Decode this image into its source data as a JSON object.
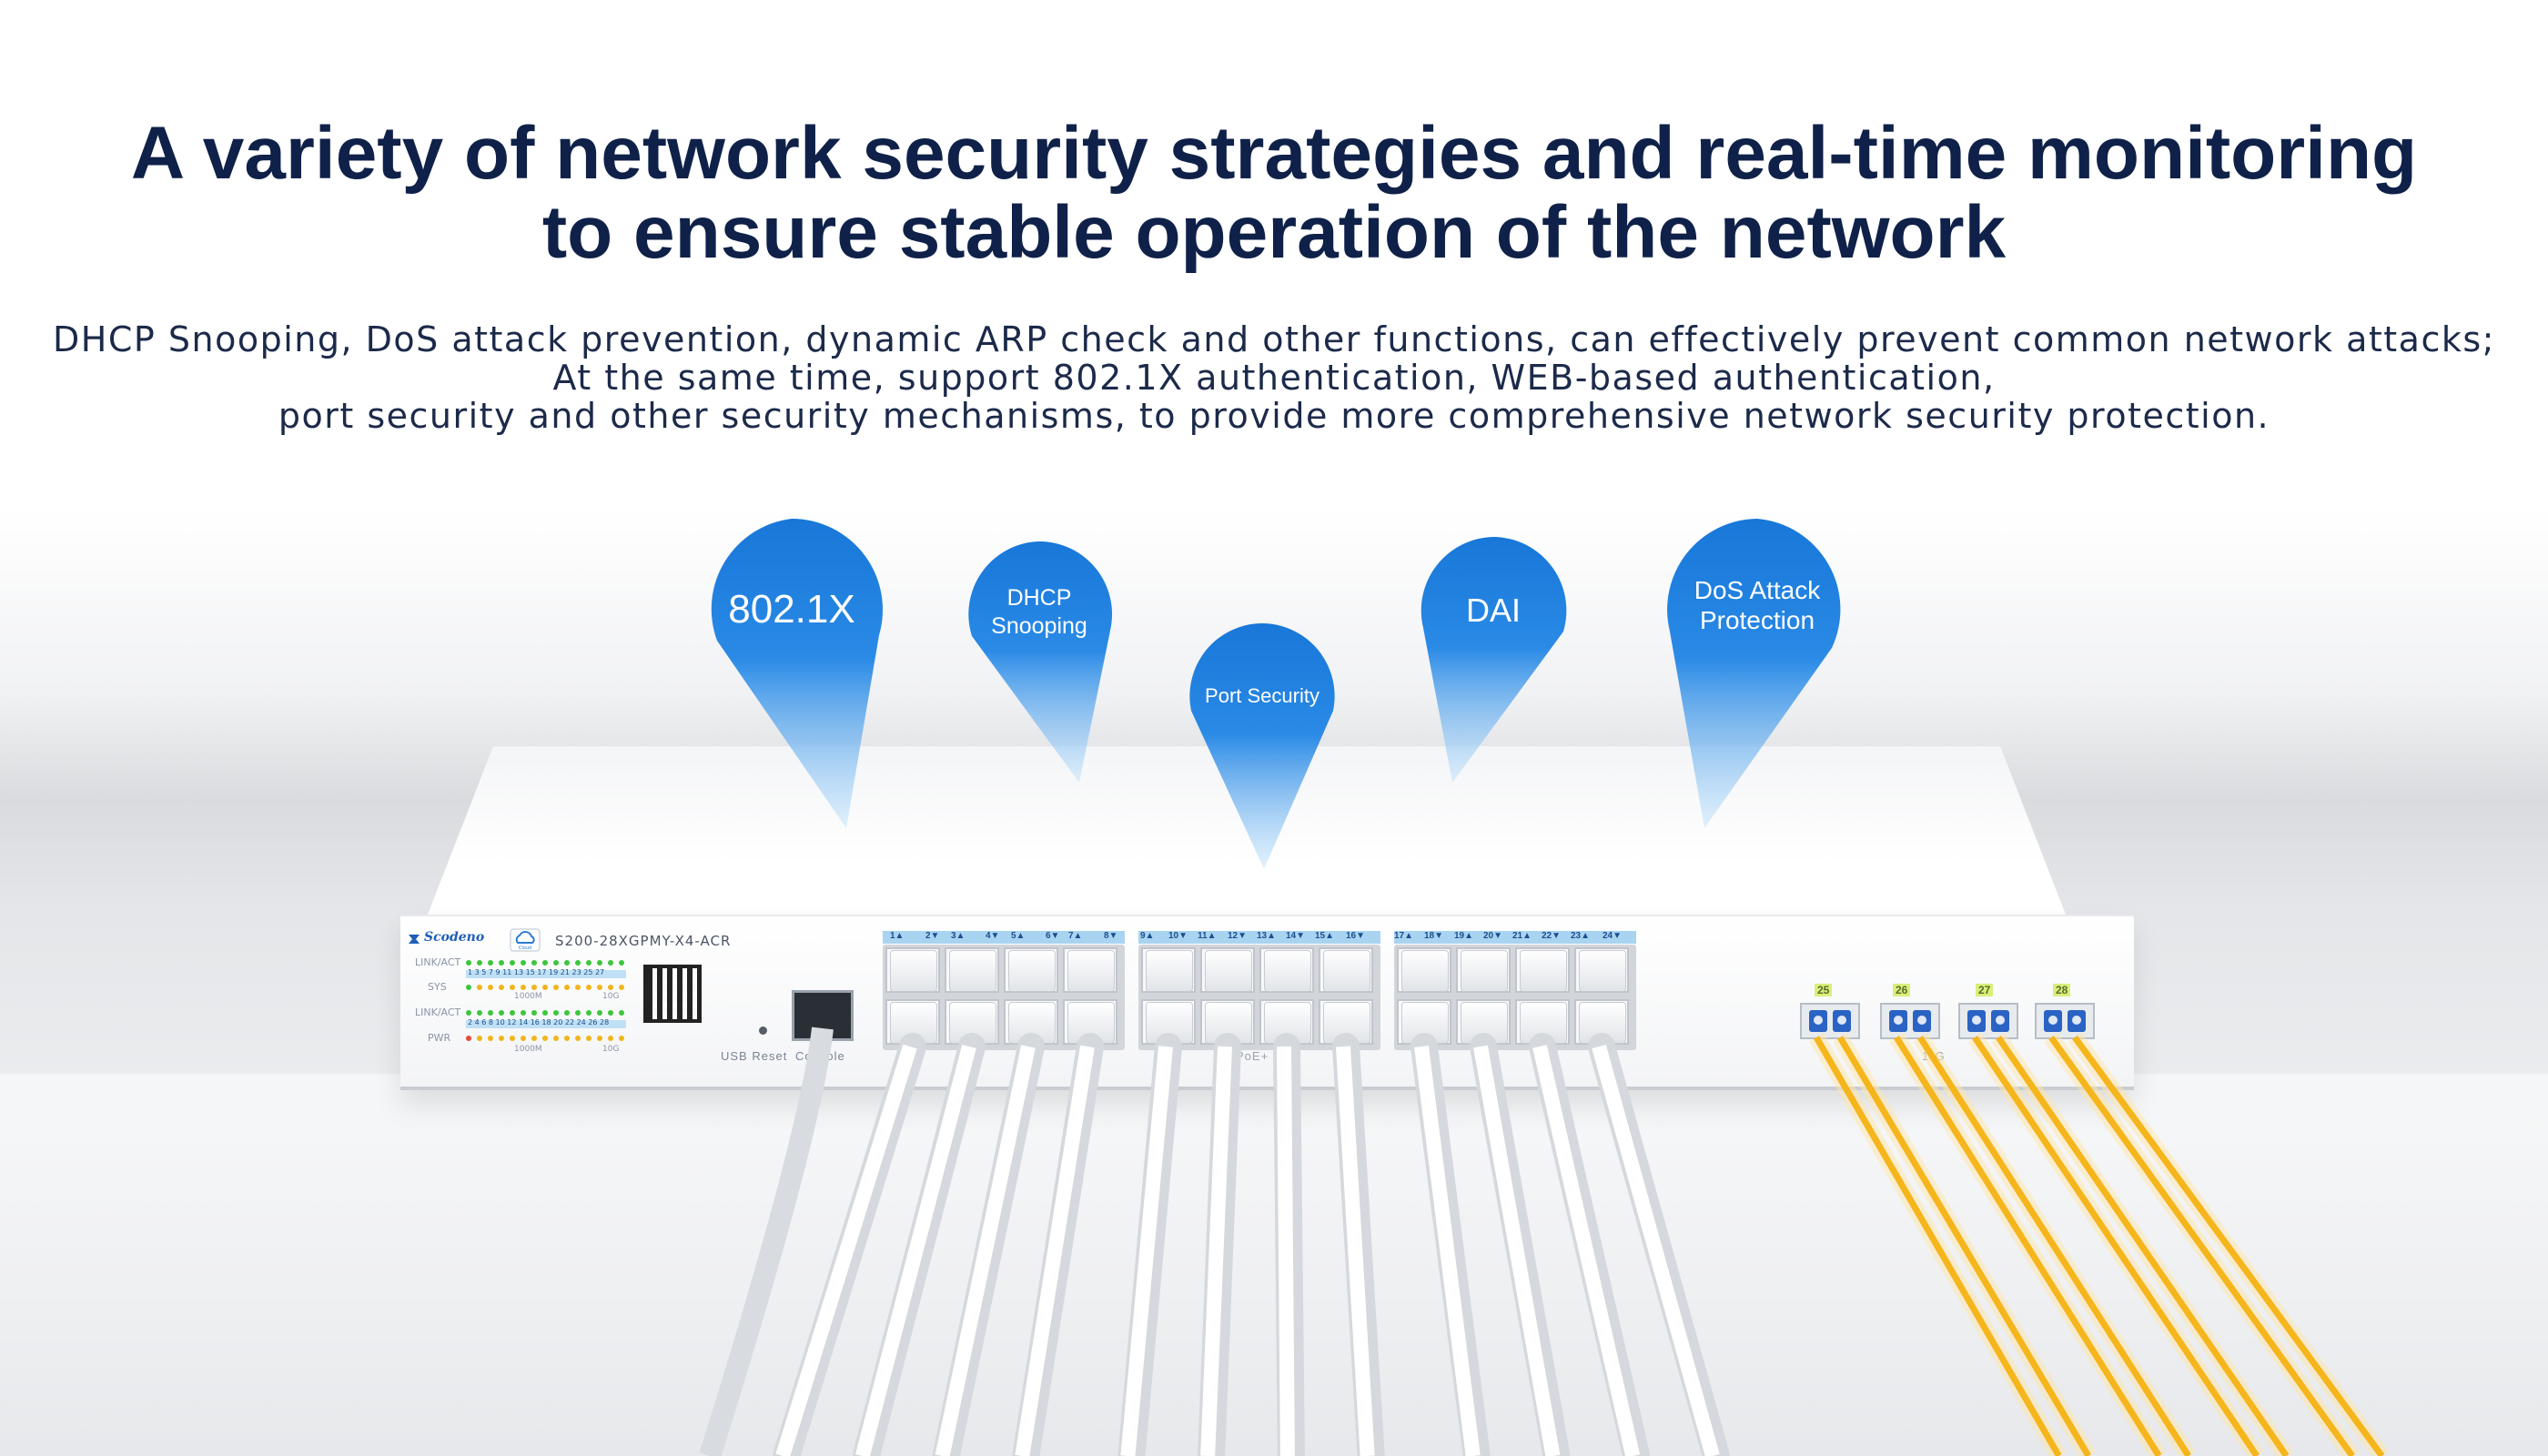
{
  "headline": {
    "line1": "A variety of network security strategies and real-time monitoring",
    "line2": "to ensure stable operation of the network"
  },
  "description": {
    "line1": "DHCP Snooping, DoS attack prevention, dynamic ARP check and other functions, can effectively prevent common network attacks;",
    "line2": "At the same time, support 802.1X authentication, WEB-based authentication,",
    "line3": "port security and other security mechanisms, to provide more comprehensive network security protection."
  },
  "features": {
    "f1": "802.1X",
    "f2_line1": "DHCP",
    "f2_line2": "Snooping",
    "f3": "Port Security",
    "f4": "DAI",
    "f5_line1": "DoS Attack",
    "f5_line2": "Protection"
  },
  "switch": {
    "brand": "Scodeno",
    "cloud_label": "Cloud",
    "model": "S200-28XGPMY-X4-ACR",
    "led_labels": {
      "link_act_top": "LINK/ACT",
      "sys": "SYS",
      "link_act_bottom": "LINK/ACT",
      "pwr": "PWR",
      "speed_1000m_top": "1000M",
      "speed_10g_top": "10G",
      "speed_1000m_bottom": "1000M",
      "speed_10g_bottom": "10G",
      "odd_numbers": "1 3 5 7 9 11 13 15 17 19 21 23 25 27",
      "even_numbers": "2 4 6 8 10 12 14 16 18 20 22 24 26 28"
    },
    "usb_reset_label": "USB Reset",
    "console_label": "Console",
    "poe_label": "PoE+",
    "sfp_label": "10G",
    "port_groups": [
      {
        "labels": [
          "1▲",
          "2▼",
          "3▲",
          "4▼",
          "5▲",
          "6▼",
          "7▲",
          "8▼"
        ]
      },
      {
        "labels": [
          "9▲",
          "10▼",
          "11▲",
          "12▼",
          "13▲",
          "14▼",
          "15▲",
          "16▼"
        ]
      },
      {
        "labels": [
          "17▲",
          "18▼",
          "19▲",
          "20▼",
          "21▲",
          "22▼",
          "23▲",
          "24▼"
        ]
      }
    ],
    "sfp_ports": [
      "25",
      "26",
      "27",
      "28"
    ]
  },
  "colors": {
    "headline": "#0f2149",
    "pin_blue": "#1877d8",
    "fiber": "#f5b51b"
  }
}
